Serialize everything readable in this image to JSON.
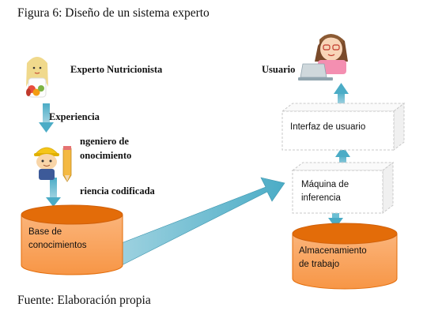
{
  "figure": {
    "caption": "Figura 6: Diseño de un sistema experto",
    "source": "Fuente: Elaboración propia"
  },
  "labels": {
    "expert": "Experto Nutricionista",
    "user": "Usuario",
    "experience": "Experiencia",
    "engineer_line1": "ngeniero de",
    "engineer_line2": "onocimiento",
    "coded_experience": "riencia codificada"
  },
  "boxes": {
    "knowledge_base_line1": "Base de",
    "knowledge_base_line2": "conocimientos",
    "user_interface": "Interfaz de usuario",
    "inference_line1": "Máquina de",
    "inference_line2": "inferencia",
    "storage_line1": "Almacenamiento",
    "storage_line2": "de trabajo"
  },
  "colors": {
    "orange": "#f79646",
    "orange_dark": "#e36c09",
    "arrow_teal": "#4bacc6",
    "arrow_light": "#a5d5e2"
  },
  "icons": {
    "expert": "nutritionist-figure-icon",
    "user": "user-at-laptop-icon",
    "engineer": "engineer-with-pencil-icon"
  }
}
